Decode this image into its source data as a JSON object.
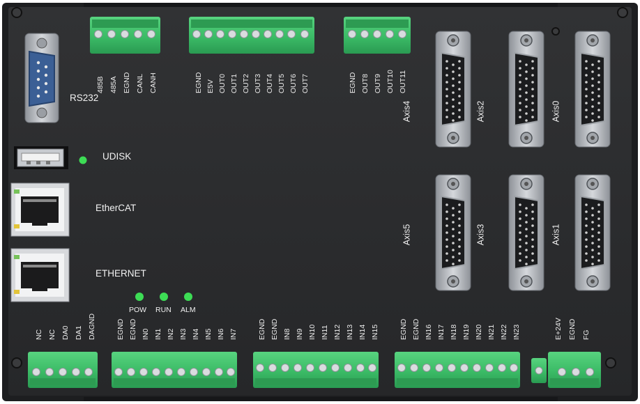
{
  "ports": {
    "rs232": "RS232",
    "udisk": "UDISK",
    "ethercat": "EtherCAT",
    "ethernet": "ETHERNET"
  },
  "leds": [
    "POW",
    "RUN",
    "ALM"
  ],
  "top_terminals": {
    "block1": [
      "485B",
      "485A",
      "EGND",
      "CANL",
      "CANH"
    ],
    "block2": [
      "EGND",
      "E5V",
      "OUT0",
      "OUT1",
      "OUT2",
      "OUT3",
      "OUT4",
      "OUT5",
      "OUT6",
      "OUT7"
    ],
    "block3": [
      "EGND",
      "OUT8",
      "OUT9",
      "OUT10",
      "OUT11"
    ]
  },
  "bottom_terminals": {
    "block1": [
      "NC",
      "NC",
      "DA0",
      "DA1",
      "DAGND"
    ],
    "block2": [
      "EGND",
      "EGND",
      "IN0",
      "IN1",
      "IN2",
      "IN3",
      "IN4",
      "IN5",
      "IN6",
      "IN7"
    ],
    "block3": [
      "EGND",
      "EGND",
      "IN8",
      "IN9",
      "IN10",
      "IN11",
      "IN12",
      "IN13",
      "IN14",
      "IN15"
    ],
    "block4": [
      "EGND",
      "EGND",
      "IN16",
      "IN17",
      "IN18",
      "IN19",
      "IN20",
      "IN21",
      "IN22",
      "IN23"
    ],
    "block5": [
      "E+24V",
      "EGND",
      "FG"
    ]
  },
  "axes": [
    "Axis4",
    "Axis2",
    "Axis0",
    "Axis5",
    "Axis3",
    "Axis1"
  ],
  "colors": {
    "panel": "#2b2c2e",
    "terminal_green": "#3fbf6a",
    "led_green": "#3ddc55",
    "metal": "#b8bcc2",
    "db9_blue": "#3b5f95"
  }
}
